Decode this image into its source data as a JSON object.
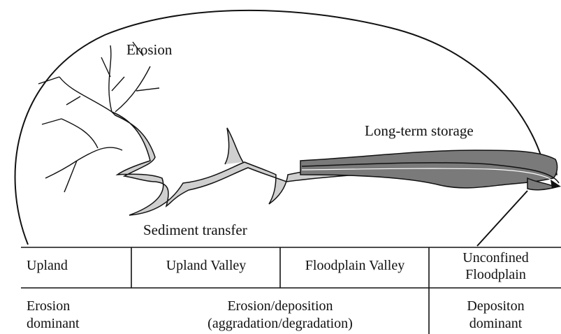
{
  "labels": {
    "erosion": "Erosion",
    "long_term_storage": "Long-term storage",
    "sediment_transfer": "Sediment transfer"
  },
  "table": {
    "zones": {
      "upland": "Upland",
      "upland_valley": "Upland Valley",
      "floodplain_valley": "Floodplain Valley",
      "unconfined_floodplain_1": "Unconfined",
      "unconfined_floodplain_2": "Floodplain"
    },
    "processes": {
      "erosion_dominant_1": "Erosion",
      "erosion_dominant_2": "dominant",
      "erosion_deposition_1": "Erosion/deposition",
      "erosion_deposition_2": "(aggradation/degradation)",
      "deposition_dominant_1": "Depositon",
      "deposition_dominant_2": "dominant"
    }
  },
  "colors": {
    "line": "#111111",
    "channel_light": "#cfcfcf",
    "channel_dark": "#7a7a7a"
  }
}
